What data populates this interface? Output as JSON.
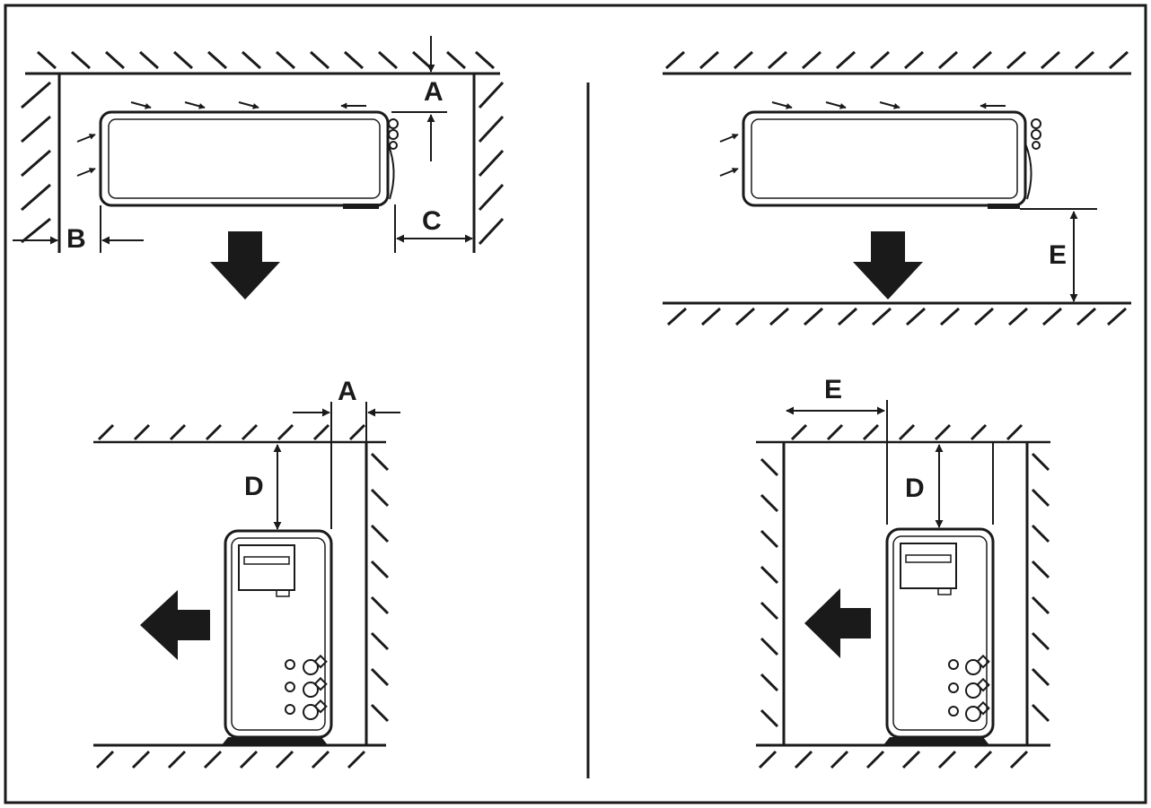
{
  "labels": {
    "top_left": {
      "a": "A",
      "b": "B",
      "c": "C"
    },
    "top_right": {
      "e": "E"
    },
    "bottom_left": {
      "a": "A",
      "d": "D"
    },
    "bottom_right": {
      "e": "E",
      "d": "D"
    }
  },
  "colors": {
    "ink": "#1a1a1a",
    "background": "#ffffff"
  },
  "icons": [
    "hatched-wall",
    "airflow-arrow-icon",
    "flow-direction-arrow-icon",
    "dimension-arrow-icon",
    "pipe-connection-icon"
  ]
}
